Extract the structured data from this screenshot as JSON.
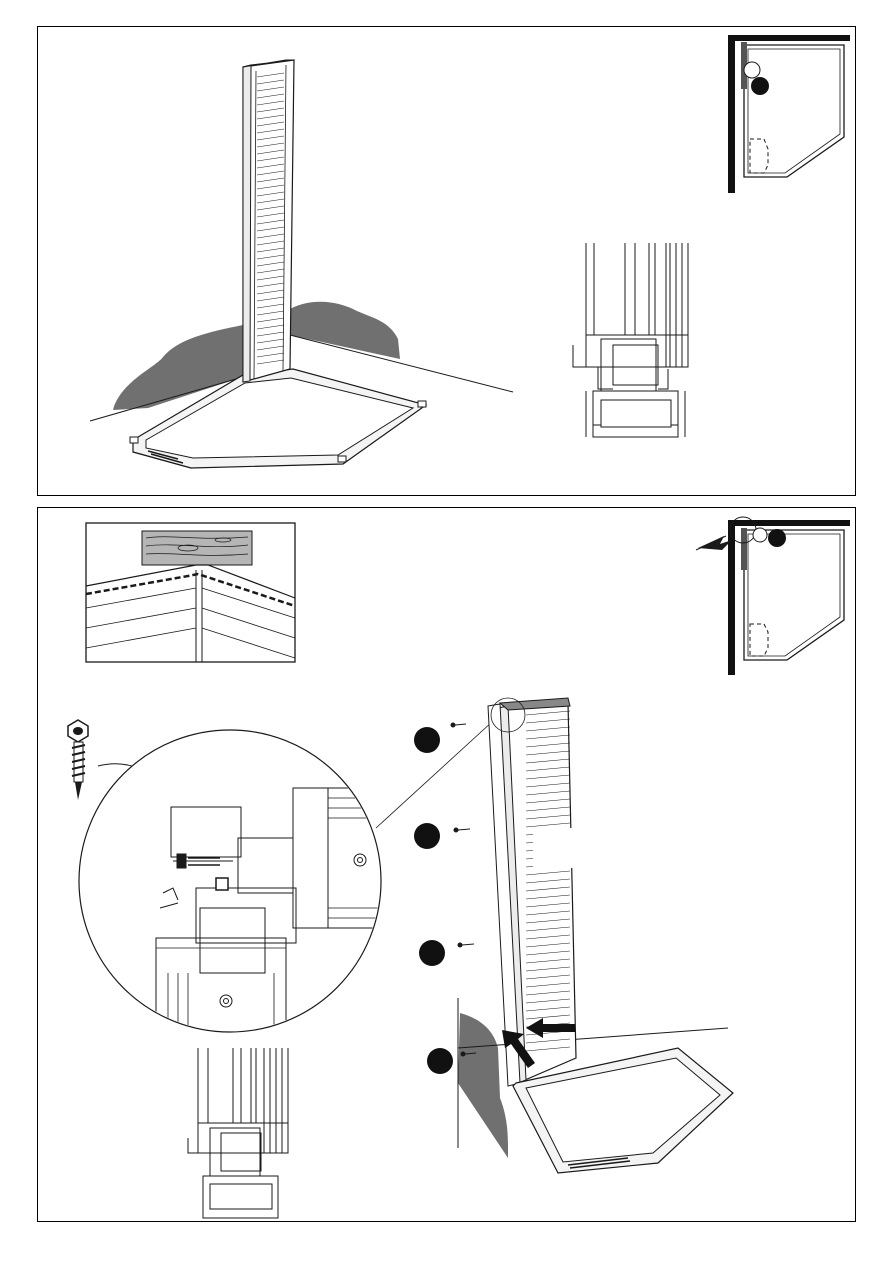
{
  "document": {
    "page_size": "893x1263",
    "colors": {
      "ink": "#1a1a1a",
      "wall_shadow": "#6e6e6e",
      "callout_fill": "#1a1a1a",
      "frame": "#000000",
      "wood": "#b9b9b9"
    }
  },
  "steps": [
    {
      "panel": "top",
      "illustrations": [
        "corner-wall-panel-on-floor-frame",
        "panel-profile-section",
        "floorplan-locator"
      ]
    },
    {
      "panel": "bottom",
      "illustrations": [
        "wood-top-detail-inset",
        "screw-detail-circle",
        "screw-icon",
        "panel-section-bottom",
        "corner-post-assembly",
        "floorplan-locator"
      ],
      "callouts": 4,
      "screw_icon": "hex-head-self-drilling-screw-icon"
    }
  ]
}
